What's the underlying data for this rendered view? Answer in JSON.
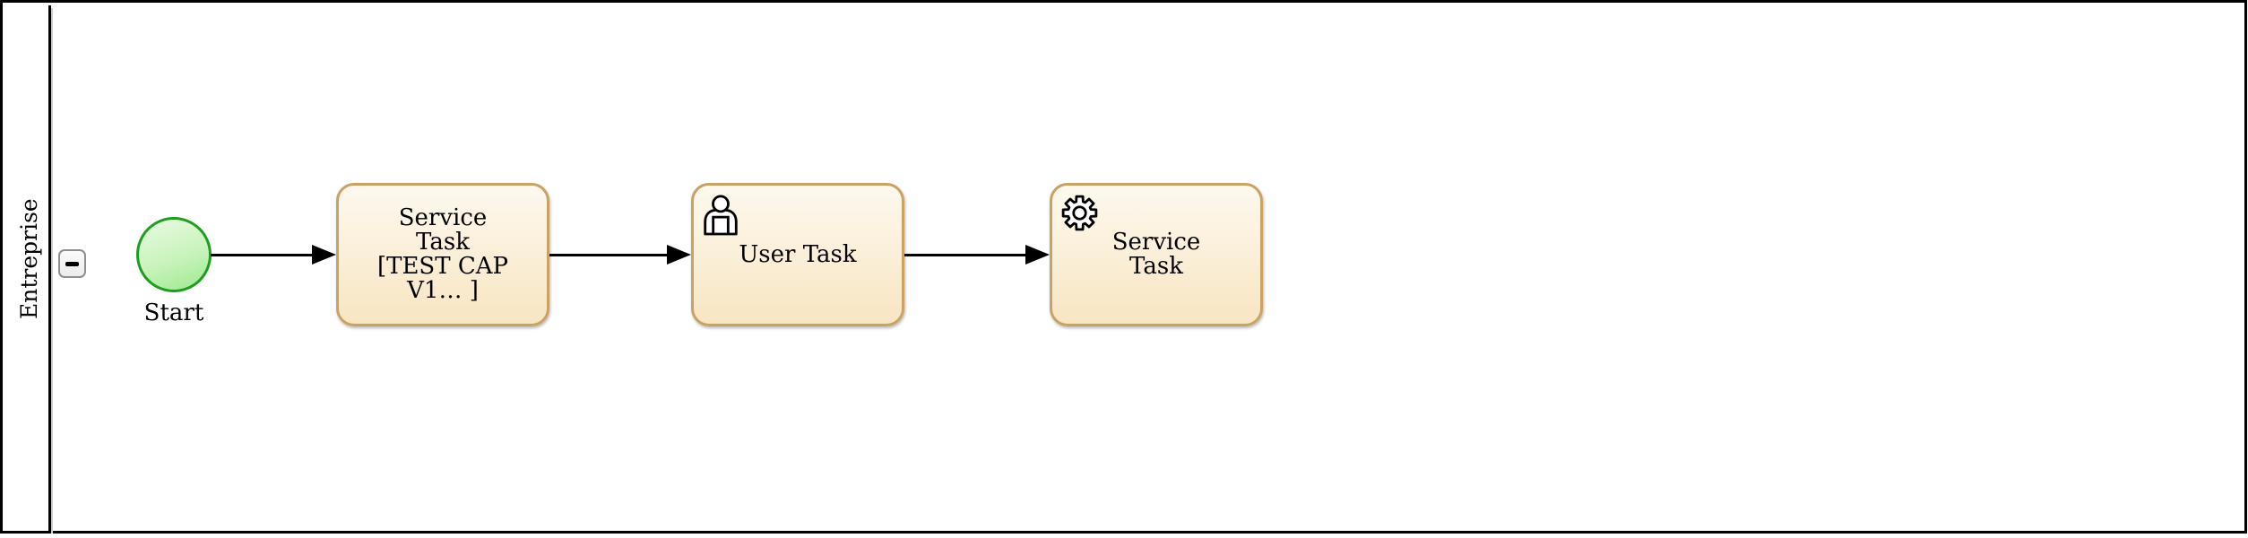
{
  "pool": {
    "label": "Entreprise",
    "collapse_button_glyph": "−"
  },
  "process": {
    "start_event": {
      "label": "Start"
    },
    "tasks": [
      {
        "type": "service",
        "label": "Service\nTask\n[TEST CAP\nV1… ]"
      },
      {
        "type": "user",
        "label": "User Task",
        "icon": "user-icon"
      },
      {
        "type": "service",
        "label": "Service\nTask",
        "icon": "gear-icon"
      }
    ],
    "flows": [
      {
        "from": "start-event",
        "to": "task-1"
      },
      {
        "from": "task-1",
        "to": "task-2"
      },
      {
        "from": "task-2",
        "to": "task-3"
      }
    ]
  },
  "colors": {
    "task_border": "#c9a264",
    "task_fill_top": "#fdf9ef",
    "task_fill_bottom": "#f8e5c2",
    "start_event_border": "#1e9e1e",
    "start_event_fill_top": "#e9fbe3",
    "start_event_fill_bottom": "#9cea90",
    "pool_border": "#000000",
    "flow_color": "#000000"
  }
}
